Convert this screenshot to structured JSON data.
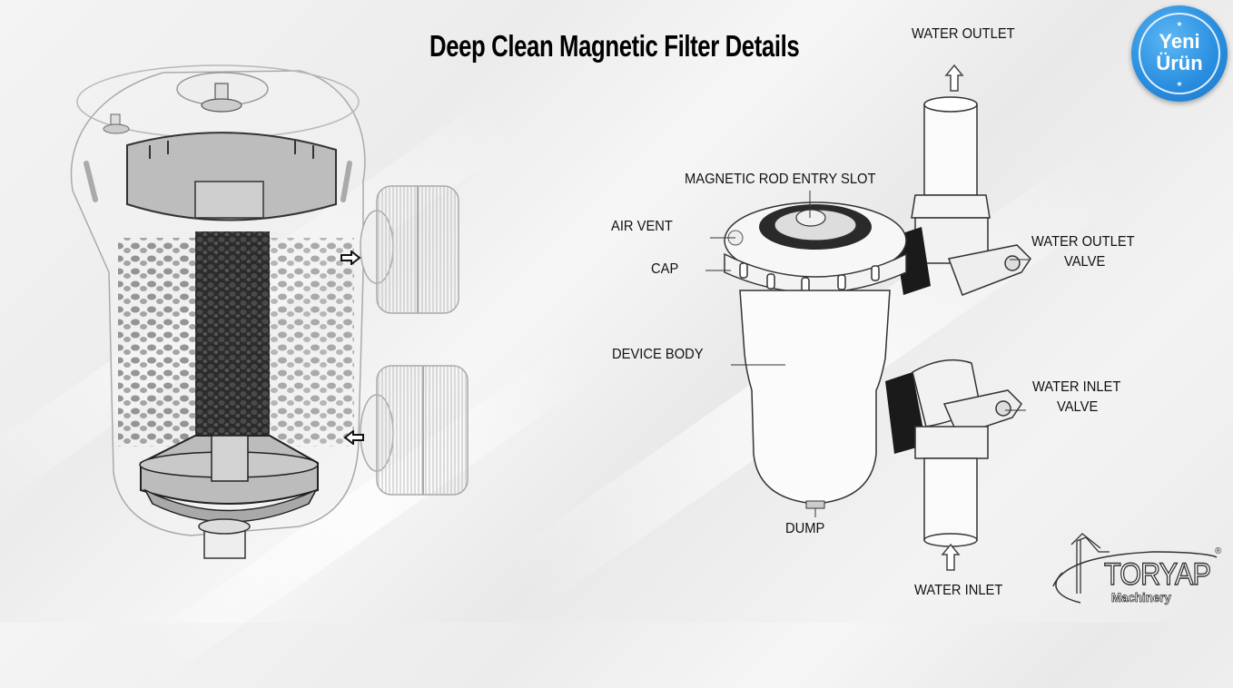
{
  "title": "Deep Clean Magnetic Filter Details",
  "badge": {
    "line1": "Yeni",
    "line2": "Ürün",
    "color": "#2a8fe0"
  },
  "labels": {
    "water_outlet": "WATER OUTLET",
    "magnetic_rod_entry_slot": "MAGNETIC ROD ENTRY SLOT",
    "air_vent": "AIR VENT",
    "cap": "CAP",
    "water_outlet_valve_line1": "WATER OUTLET",
    "water_outlet_valve_line2": "VALVE",
    "device_body": "DEVICE BODY",
    "water_inlet_valve_line1": "WATER INLET",
    "water_inlet_valve_line2": "VALVE",
    "dump": "DUMP",
    "water_inlet": "WATER INLET"
  },
  "logo": {
    "name": "TORYAP",
    "subtitle": "Machinery",
    "registered": "®"
  },
  "icons": {
    "outlet_arrow": "arrow-up-outline-icon",
    "inlet_arrow": "arrow-up-outline-icon",
    "flow_arrow_in": "arrow-right-outline-icon",
    "flow_arrow_out": "arrow-left-outline-icon"
  }
}
